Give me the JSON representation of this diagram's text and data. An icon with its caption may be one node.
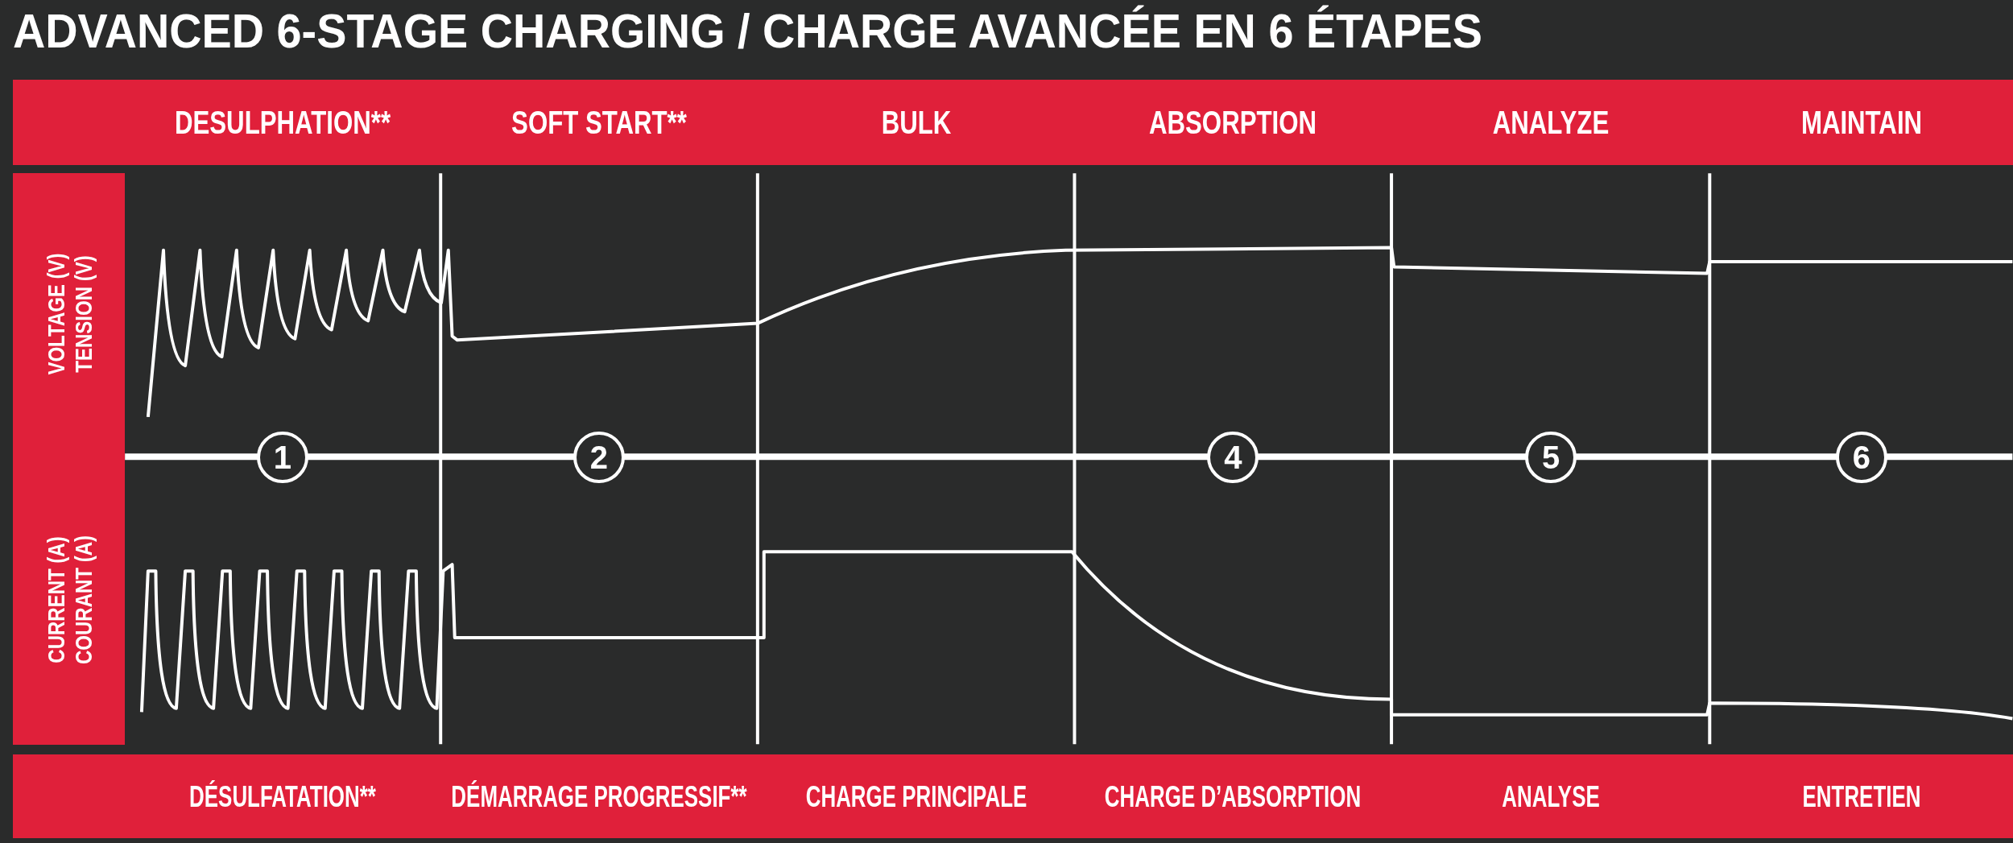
{
  "diagram": {
    "title": "ADVANCED 6-STAGE CHARGING / CHARGE AVANCÉE EN 6 ÉTAPES",
    "labels": [
      "DESULPHATION**",
      "SOFT START**",
      "BULK",
      "ABSORPTION",
      "ANALYZE",
      "MAINTAIN",
      "VOLTAGE (V)",
      "TENSION (V)",
      "1",
      "2",
      "4",
      "5",
      "6",
      "CURRENT (A)",
      "COURANT (A)",
      "DÉSULFATATION**",
      "DÉMARRAGE PROGRESSIF**",
      "CHARGE PRINCIPALE",
      "CHARGE D’ABSORPTION",
      "ANALYSE",
      "ENTRETIEN"
    ]
  }
}
